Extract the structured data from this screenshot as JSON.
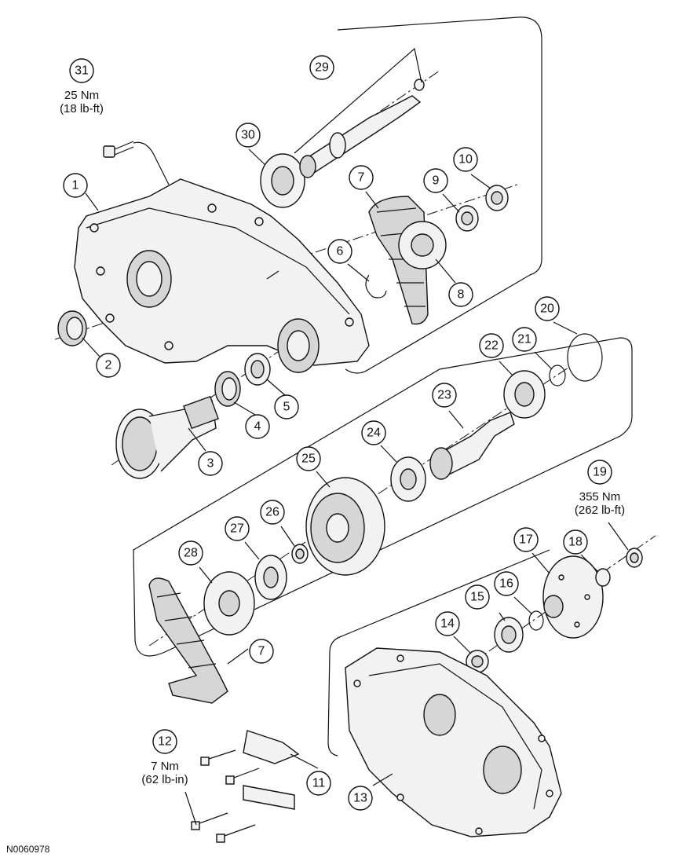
{
  "figure_code": "N0060978",
  "callouts": {
    "c1": "1",
    "c2": "2",
    "c3": "3",
    "c4": "4",
    "c5": "5",
    "c6": "6",
    "c7a": "7",
    "c7b": "7",
    "c8": "8",
    "c9": "9",
    "c10": "10",
    "c11": "11",
    "c12": "12",
    "c13": "13",
    "c14": "14",
    "c15": "15",
    "c16": "16",
    "c17": "17",
    "c18": "18",
    "c19": "19",
    "c20": "20",
    "c21": "21",
    "c22": "22",
    "c23": "23",
    "c24": "24",
    "c25": "25",
    "c26": "26",
    "c27": "27",
    "c28": "28",
    "c29": "29",
    "c30": "30",
    "c31": "31"
  },
  "torque_specs": {
    "t31": {
      "metric": "25 Nm",
      "imperial": "(18 lb-ft)"
    },
    "t19": {
      "metric": "355 Nm",
      "imperial": "(262 lb-ft)"
    },
    "t12": {
      "metric": "7 Nm",
      "imperial": "(62 lb-in)"
    }
  }
}
